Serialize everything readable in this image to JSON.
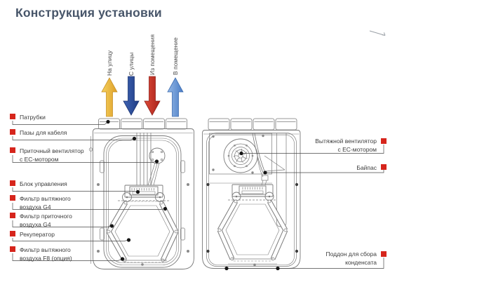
{
  "title": "Конструкция установки",
  "arrows": [
    {
      "label": "На улицу",
      "direction": "up",
      "color": "#e8b43c"
    },
    {
      "label": "С улицы",
      "direction": "down",
      "color": "#2c4d9d"
    },
    {
      "label": "Из помещения",
      "direction": "down",
      "color": "#c6281e"
    },
    {
      "label": "В помещение",
      "direction": "up",
      "color": "#6d9bd8"
    }
  ],
  "left_labels": [
    {
      "text": "Патрубки"
    },
    {
      "text": "Пазы для кабеля"
    },
    {
      "text": "Приточный вентилятор с ЕС-мотором"
    },
    {
      "text": "Блок управления"
    },
    {
      "text": "Фильтр вытяжного воздуха G4"
    },
    {
      "text": "Фильтр приточного воздуха G4"
    },
    {
      "text": "Рекуператор"
    },
    {
      "text": "Фильтр вытяжного воздуха F8 (опция)"
    }
  ],
  "right_labels": [
    {
      "text": "Вытяжной вентилятор с ЕС-мотором"
    },
    {
      "text": "Байпас"
    },
    {
      "text": "Поддон для сбора конденсата"
    }
  ],
  "colors": {
    "marker_red": "#d6251c",
    "title": "#475569"
  }
}
